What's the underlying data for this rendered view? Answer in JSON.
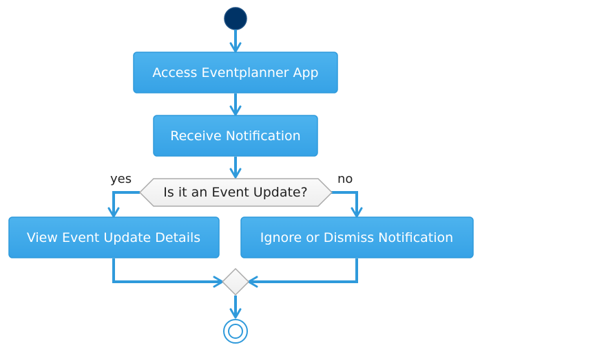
{
  "diagram": {
    "activities": {
      "access_app": "Access Eventplanner App",
      "receive_notification": "Receive Notification",
      "view_details": "View Event Update Details",
      "ignore_dismiss": "Ignore or Dismiss Notification"
    },
    "decision": {
      "question": "Is it an Event Update?",
      "yes_label": "yes",
      "no_label": "no"
    },
    "colors": {
      "activity_fill": "#3EAAE9",
      "activity_border": "#2F9ADB",
      "arrow": "#2F9ADB",
      "start_node": "#003366",
      "decision_fill": "#F5F5F5",
      "decision_border": "#AAAAAA"
    }
  }
}
